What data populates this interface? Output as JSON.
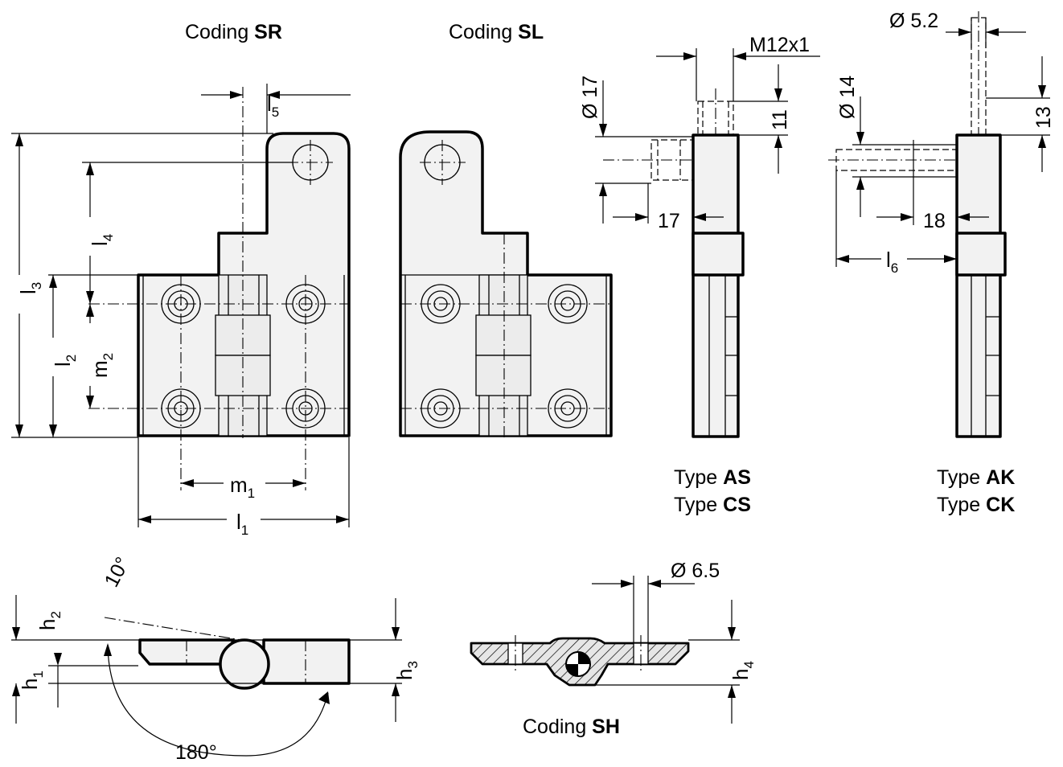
{
  "titles": {
    "coding_prefix": "Coding ",
    "sr": "SR",
    "sl": "SL",
    "sh": "SH",
    "type_prefix": "Type ",
    "as": "AS",
    "cs": "CS",
    "ak": "AK",
    "ck": "CK"
  },
  "symbols": {
    "l": "l",
    "m": "m",
    "h": "h",
    "l1": "1",
    "l2": "2",
    "l3": "3",
    "l4": "4",
    "l5": "5",
    "l6": "6",
    "m1": "1",
    "m2": "2",
    "h1": "1",
    "h2": "2",
    "h3": "3",
    "h4": "4"
  },
  "dimensions": {
    "thread": "M12x1",
    "dia17": "Ø 17",
    "dia14": "Ø 14",
    "dia52": "Ø 5.2",
    "dia65": "Ø 6.5",
    "d11": "11",
    "d13": "13",
    "d17": "17",
    "d18": "18",
    "angle10": "10°",
    "angle180": "180°"
  }
}
